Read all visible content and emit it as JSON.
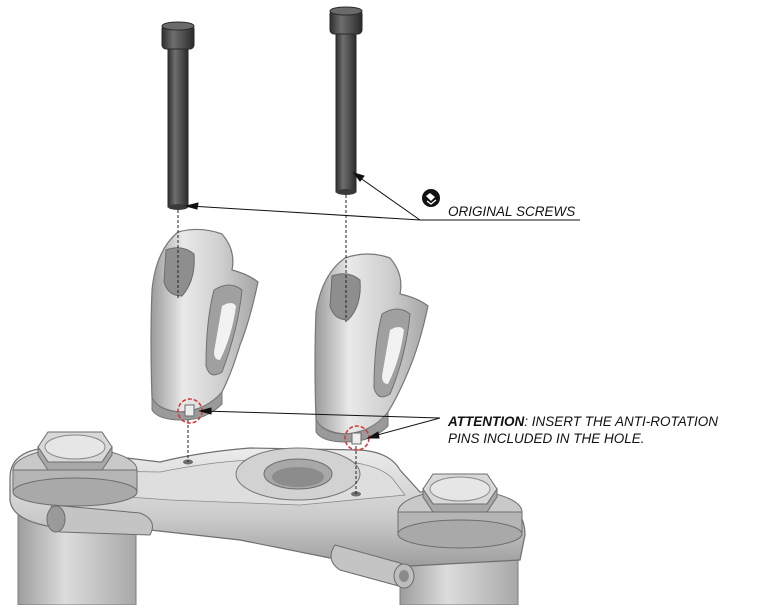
{
  "callouts": {
    "screws": {
      "label": "ORIGINAL SCREWS",
      "icon": "manual-book-icon"
    },
    "attention": {
      "keyword": "ATTENTION",
      "line1": ": INSERT THE ANTI-ROTATION",
      "line2": "PINS INCLUDED IN THE HOLE."
    }
  },
  "colors": {
    "metal_light": "#e4e4e4",
    "metal_mid": "#bdbdbd",
    "metal_dark": "#8f8f8f",
    "screw_dark": "#4a4a4a",
    "highlight_circle": "#d23b3b",
    "line": "#111111"
  }
}
